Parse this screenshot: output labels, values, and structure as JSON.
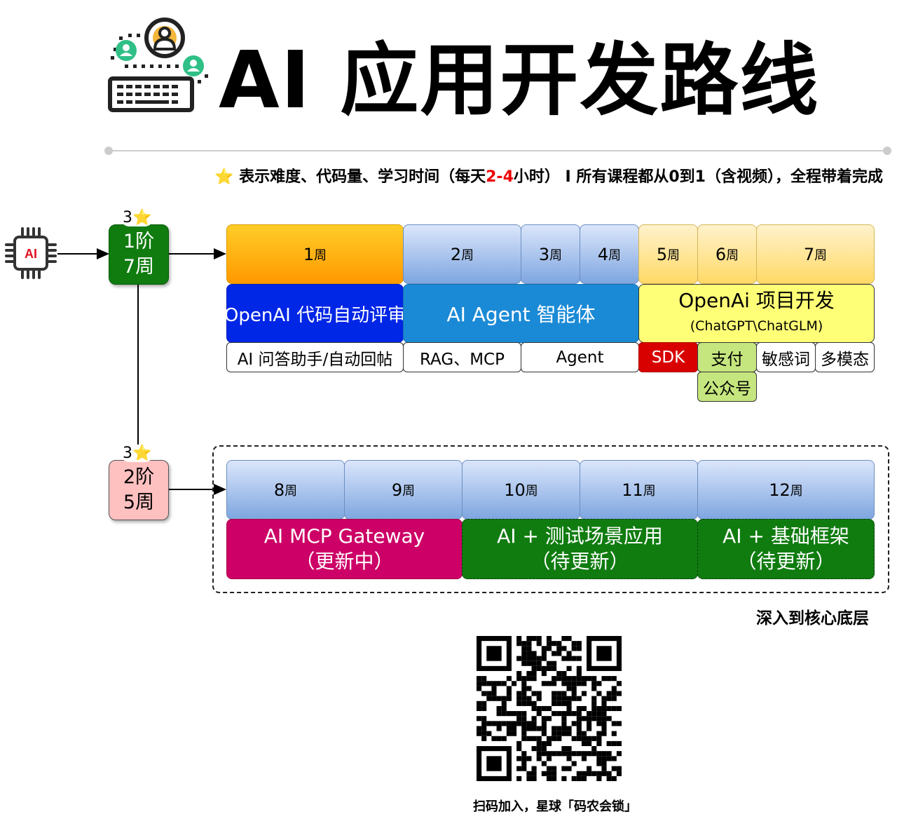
{
  "title": "AI 应用开发路线",
  "subtitle": {
    "star_icon": "star-icon",
    "prefix": "表示难度、代码量、学习时间（每天",
    "hours": "2-4",
    "suffix": "小时） I 所有课程都从0到1（含视频），全程带着完成"
  },
  "chip_label": "AI",
  "stage1": {
    "stars": "3",
    "line1": "1阶",
    "line2": "7周",
    "color": "#107c10"
  },
  "stage2": {
    "stars": "3",
    "line1": "2阶",
    "line2": "5周",
    "color": "#ffc0c0"
  },
  "unit": "周",
  "stage1_weeks": [
    "1",
    "2",
    "3",
    "4",
    "5",
    "6",
    "7"
  ],
  "stage1_topics": [
    {
      "title": "OpenAI 代码自动评审",
      "color": "#0026e6"
    },
    {
      "title": "AI Agent 智能体",
      "color": "#1b8ad6"
    },
    {
      "title": "OpenAi 项目开发",
      "subtitle": "(ChatGPT\\ChatGLM)",
      "color": "#ffff77"
    }
  ],
  "stage1_items": [
    "AI 问答助手/自动回帖",
    "RAG、MCP",
    "Agent",
    "SDK",
    "支付",
    "敏感词",
    "多模态",
    "公众号"
  ],
  "stage2_weeks": [
    "8",
    "9",
    "10",
    "11",
    "12"
  ],
  "stage2_topics": [
    {
      "title": "AI MCP Gateway",
      "status": "（更新中）",
      "color": "#cc0066"
    },
    {
      "title": "AI + 测试场景应用",
      "status": "（待更新）",
      "color": "#107c10"
    },
    {
      "title": "AI + 基础框架",
      "status": "（待更新）",
      "color": "#107c10"
    }
  ],
  "deep_note": "深入到核心底层",
  "qr_caption": "扫码加入，星球「码农会锁」"
}
